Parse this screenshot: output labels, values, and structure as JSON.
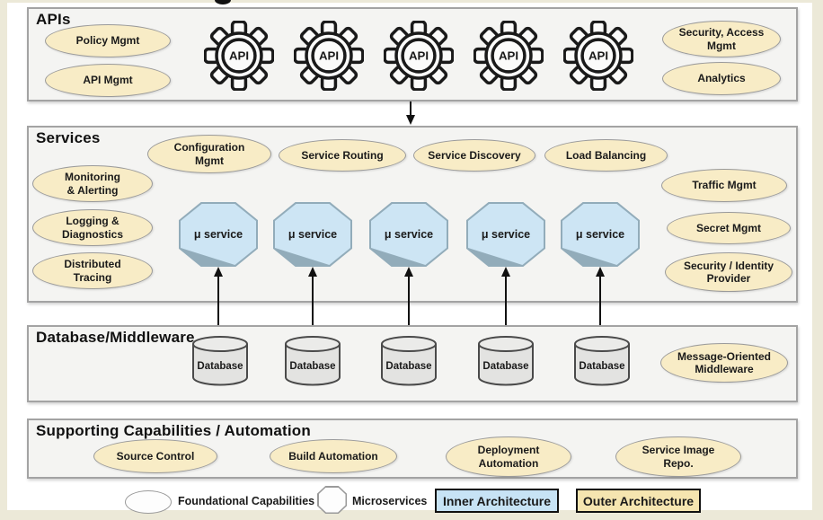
{
  "colors": {
    "page_bg": "#ECE9D8",
    "canvas_bg": "#FFFFFF",
    "panel_bg": "#F4F4F2",
    "panel_border": "#A3A3A3",
    "oval_fill": "#F8ECC6",
    "oval_border": "#9A9A9A",
    "octagon_fill": "#CDE5F4",
    "octagon_border": "#92ACBA",
    "cylinder_fill": "#E3E3E1",
    "ink": "#1A1A1A",
    "legend_inner_fill": "#C7E3F5",
    "legend_outer_fill": "#F5E5B0"
  },
  "apis": {
    "title": "APIs",
    "policy_mgmt": "Policy Mgmt",
    "api_mgmt": "API Mgmt",
    "security_access": "Security, Access\nMgmt",
    "analytics": "Analytics",
    "gear_label": "API"
  },
  "services": {
    "title": "Services",
    "configuration_mgmt": "Configuration\nMgmt",
    "service_routing": "Service Routing",
    "service_discovery": "Service Discovery",
    "load_balancing": "Load Balancing",
    "monitoring_alerting": "Monitoring\n& Alerting",
    "logging_diagnostics": "Logging &\nDiagnostics",
    "distributed_tracing": "Distributed\nTracing",
    "traffic_mgmt": "Traffic Mgmt",
    "secret_mgmt": "Secret Mgmt",
    "security_identity": "Security / Identity\nProvider",
    "microservice_label": "μ service"
  },
  "database": {
    "title": "Database/Middleware",
    "cylinder_label": "Database",
    "message_middleware": "Message-Oriented\nMiddleware"
  },
  "supporting": {
    "title": "Supporting Capabilities / Automation",
    "source_control": "Source Control",
    "build_automation": "Build Automation",
    "deployment_automation": "Deployment\nAutomation",
    "service_image_repo": "Service Image\nRepo."
  },
  "legend": {
    "foundational": "Foundational Capabilities",
    "microservices": "Microservices",
    "inner_architecture": "Inner Architecture",
    "outer_architecture": "Outer Architecture"
  }
}
